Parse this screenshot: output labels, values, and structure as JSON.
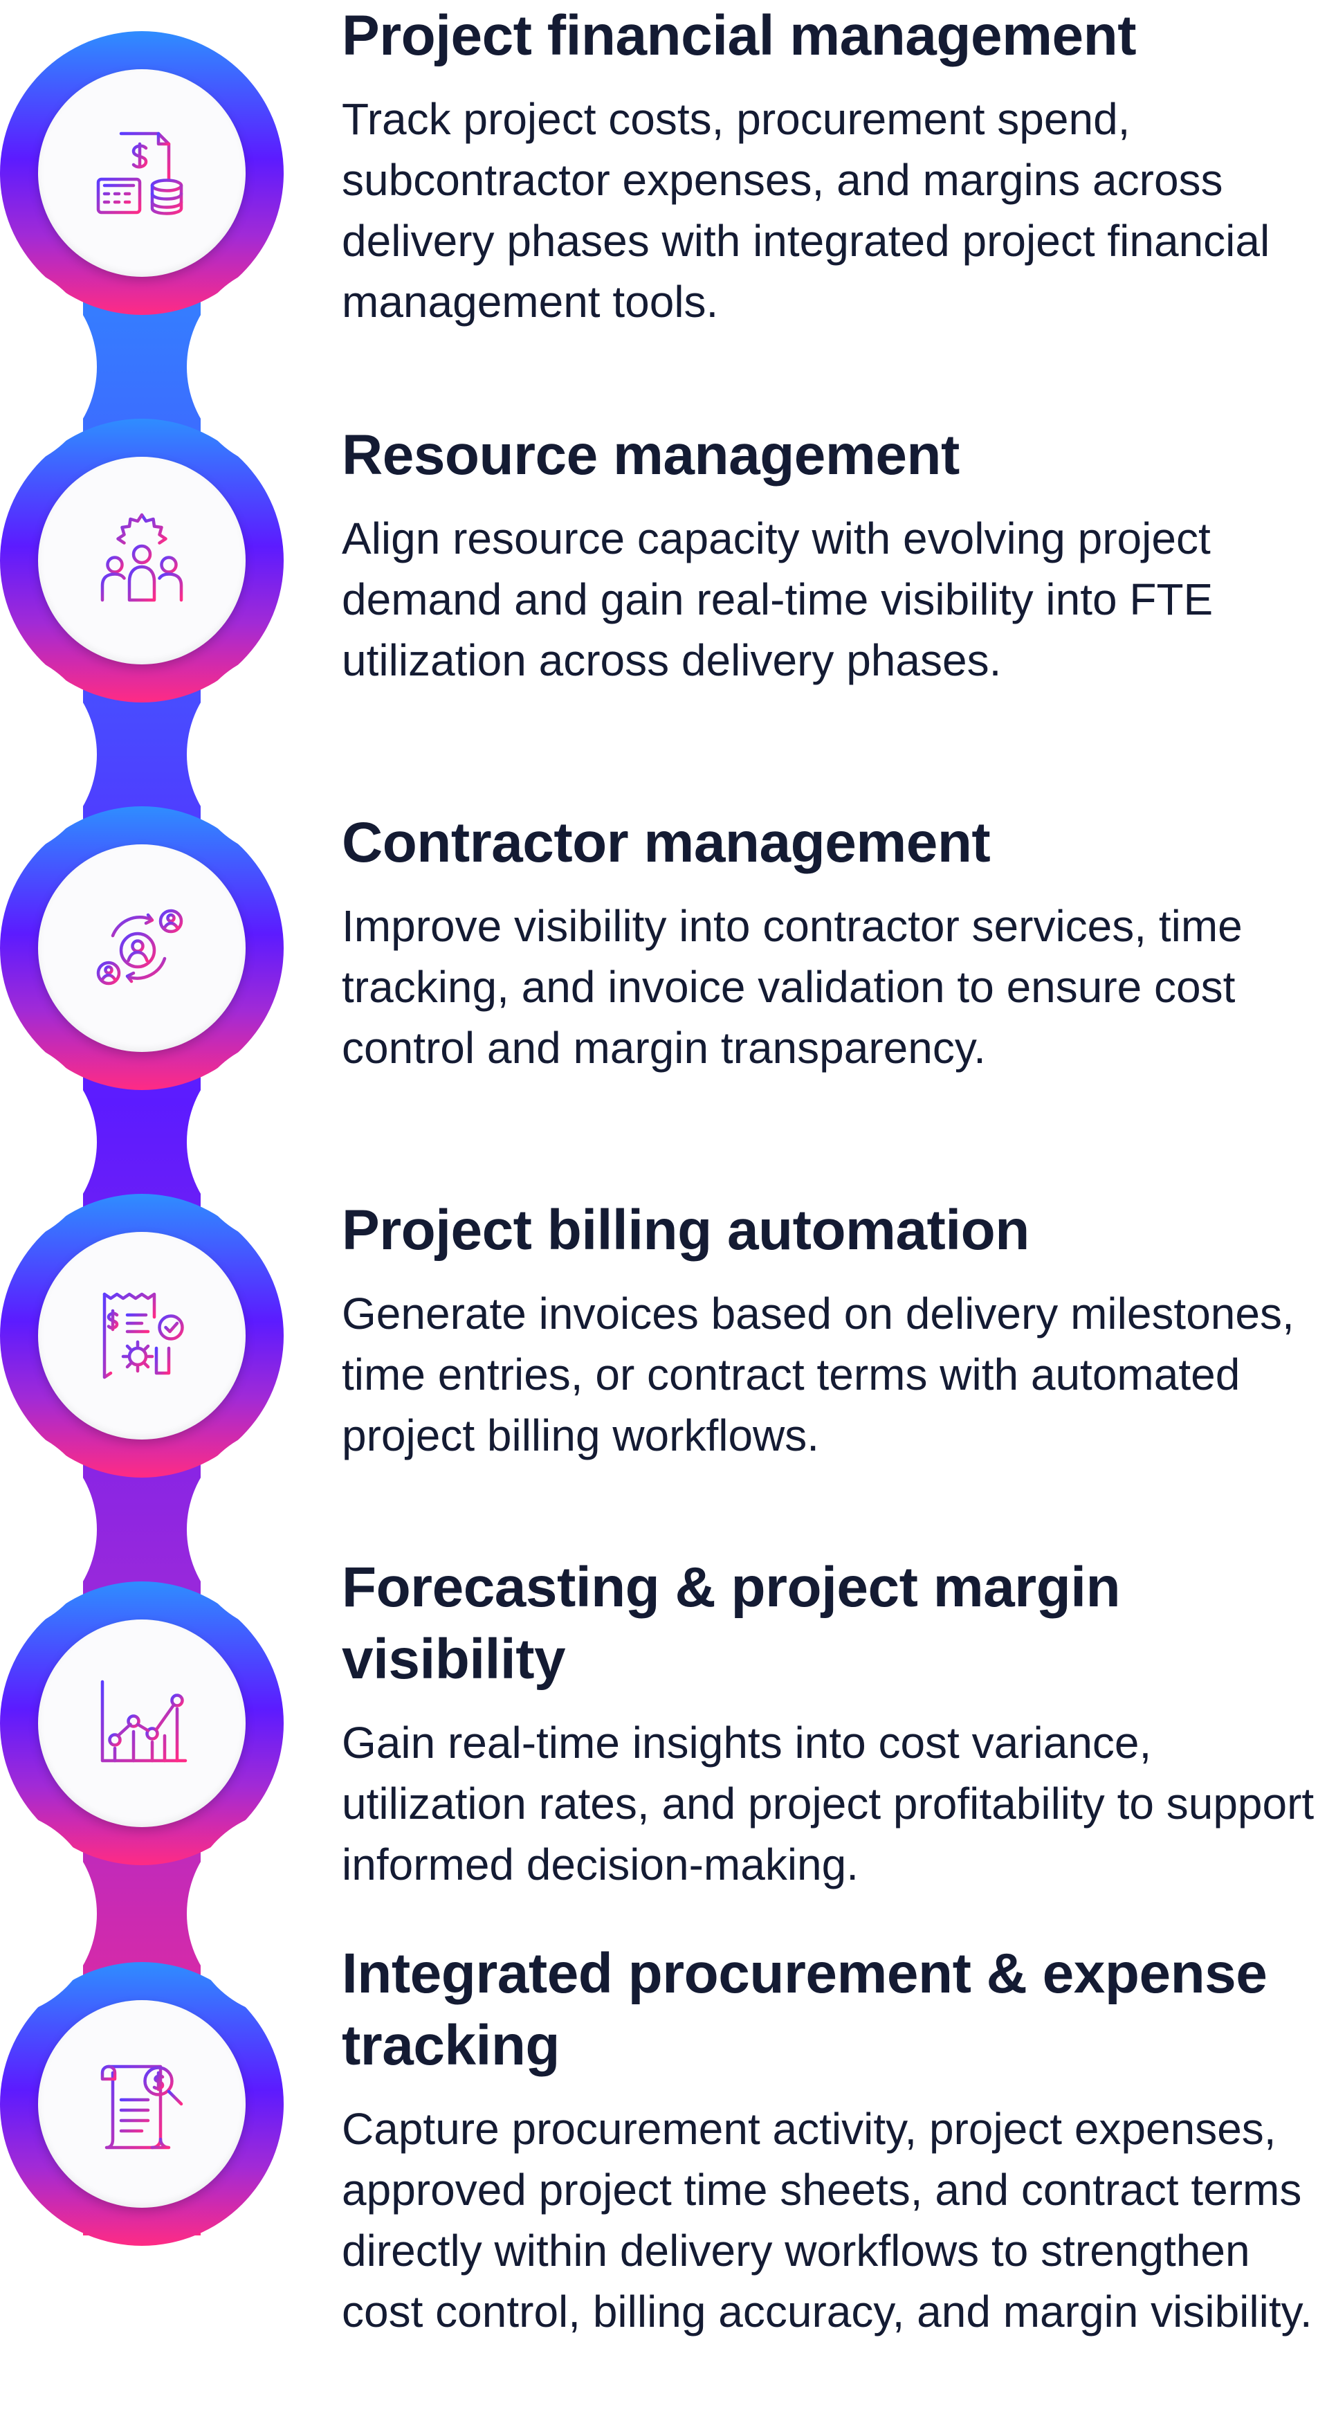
{
  "colors": {
    "gradient_top": "#2f8dff",
    "gradient_mid": "#5c1bff",
    "gradient_low": "#a12ad6",
    "gradient_bottom": "#ff2b84",
    "icon_stroke_a": "#5b3dff",
    "icon_stroke_b": "#ff2c86",
    "text": "#141b33"
  },
  "features": [
    {
      "icon": "invoice-calculator-coins-icon",
      "title": "Project financial management",
      "description": "Track project costs, procurement spend, subcontractor expenses, and margins across delivery phases with integrated project financial management tools."
    },
    {
      "icon": "team-gear-icon",
      "title": "Resource management",
      "description": "Align resource capacity with evolving project demand and gain real-time visibility into FTE utilization across delivery phases."
    },
    {
      "icon": "contractor-cycle-icon",
      "title": "Contractor management",
      "description": "Improve visibility into contractor services, time tracking, and invoice validation to ensure cost control and margin transparency."
    },
    {
      "icon": "billing-receipt-gear-icon",
      "title": "Project billing automation",
      "description": "Generate invoices based on delivery milestones, time entries, or contract terms with automated project billing workflows."
    },
    {
      "icon": "line-chart-icon",
      "title": "Forecasting & project margin visibility",
      "description": "Gain real-time insights into cost variance, utilization rates, and project profitability to support informed decision-making."
    },
    {
      "icon": "document-search-dollar-icon",
      "title": "Integrated procurement & expense tracking",
      "description": "Capture procurement activity, project expenses, approved project time sheets, and contract terms directly within delivery workflows to strengthen cost control, billing accuracy, and margin visibility."
    }
  ]
}
